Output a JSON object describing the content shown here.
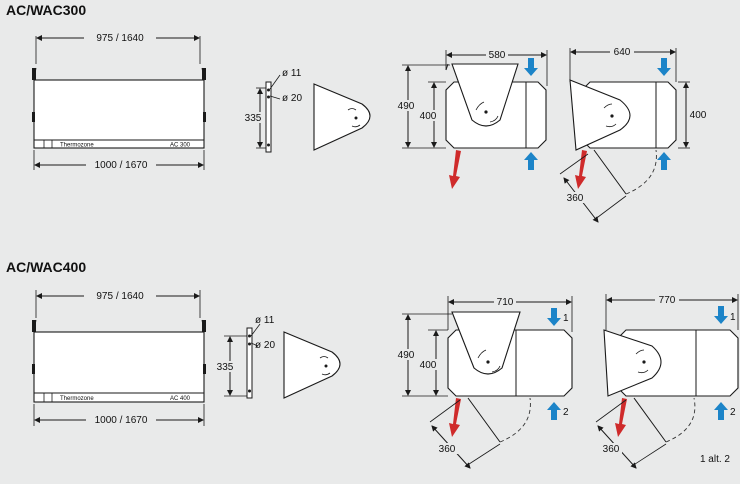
{
  "sections": [
    {
      "title": "AC/WAC300",
      "width_dim": "975 / 1640",
      "length_dim": "1000 / 1670",
      "brand": "Thermozone",
      "model": "AC 300",
      "bracket": {
        "hole_small": "ø 11",
        "hole_large": "ø 20",
        "height": "335"
      },
      "side_view_1": {
        "width": "580",
        "height_total": "490",
        "height_body": "400",
        "swing": ""
      },
      "side_view_2": {
        "width": "640",
        "height_body": "400",
        "swing": "360"
      }
    },
    {
      "title": "AC/WAC400",
      "width_dim": "975 / 1640",
      "length_dim": "1000 / 1670",
      "brand": "Thermozone",
      "model": "AC 400",
      "bracket": {
        "hole_small": "ø 11",
        "hole_large": "ø 20",
        "height": "335"
      },
      "side_view_1": {
        "width": "710",
        "height_total": "490",
        "height_body": "400",
        "swing": "360",
        "arrow_top": "1",
        "arrow_bottom": "2"
      },
      "side_view_2": {
        "width": "770",
        "swing": "360",
        "arrow_top": "1",
        "arrow_bottom": "2"
      }
    }
  ],
  "footnote": "1 alt. 2",
  "colors": {
    "background": "#e9eaea",
    "airflow_in": "#1c84c8",
    "airflow_out": "#cf2b2b"
  }
}
